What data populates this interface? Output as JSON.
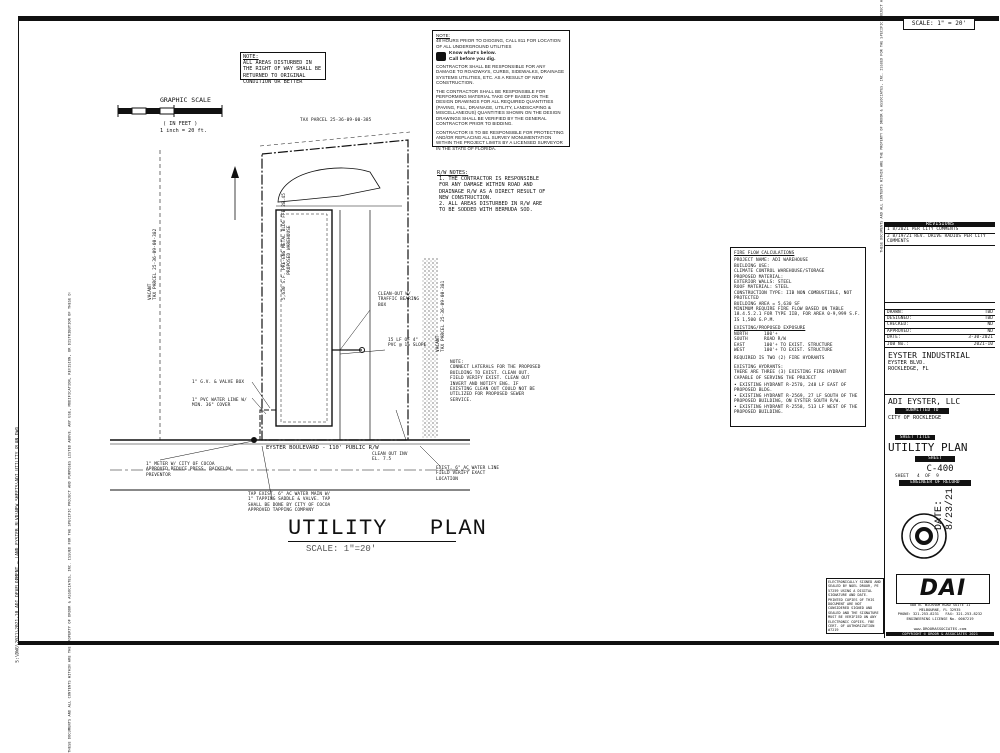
{
  "scale_stamp": "SCALE:  1\" = 20'",
  "side_left": "S:\\DWG\\2021\\2021-10 ADI DEVELOPMENT – LAND EYSTER BLVD\\NEW SHEETS\\ADI UTILITY PLAN.DWG",
  "side_left2": "THESE DOCUMENTS AND ALL CONTENTS WITHIN ARE THE PROPERTY OF DROOR & ASSOCIATES, INC. ISSUED FOR THE SPECIFIC PROJECT AND PURPOSES LISTED ABOVE. ANY USE, MODIFICATION, REVISION, OR DISTRIBUTION OF THESE DOCUMENTS WITHOUT THE EXPRESSED WRITTEN PERMISSION OF DROOR & ASSOCIATES, INC. IS PROHIBITED.",
  "note_ul": {
    "title": "NOTE:",
    "text": "ALL AREAS DISTURBED IN THE RIGHT OF WAY SHALL BE RETURNED TO ORIGINAL CONDITION OR BETTER"
  },
  "graphic_scale": {
    "title": "GRAPHIC SCALE",
    "unit": "( IN FEET )",
    "ratio": "1 inch = 20 ft."
  },
  "top_note": {
    "title": "NOTE:",
    "line1": "48 HOURS PRIOR TO DIGGING, CALL 811 FOR LOCATION OF ALL UNDERGROUND UTILITIES",
    "know": "Know what's below.",
    "call": "Call before you dig.",
    "p1": "CONTRACTOR SHALL BE RESPONSIBLE FOR ANY DAMAGE TO ROADWAYS, CURBS, SIDEWALKS, DRAINAGE SYSTEMS UTILITIES, ETC. AS A RESULT OF NEW CONSTRUCTION.",
    "p2": "THE CONTRACTOR SHALL BE RESPONSIBLE FOR PERFORMING MATERIAL TAKE OFF BASED ON THE DESIGN DRAWINGS FOR ALL REQUIRED QUANTITIES (PAVING, FILL, DRAINAGE, UTILITY, LANDSCAPING & MISCELLANEOUS) QUANTITIES SHOWN ON THE DESIGN DRAWINGS SHALL BE VERIFIED BY THE GENERAL CONTRACTOR PRIOR TO BIDDING.",
    "p3": "CONTRACTOR IS TO BE RESPONSIBLE FOR PROTECTING AND/OR REPLACING ALL SURVEY MONUMENTATION WITHIN THE PROJECT LIMITS BY A LICENSED SURVEYOR IN THE STATE OF FLORIDA."
  },
  "tax_parcel_top": "TAX PARCEL 25-36-09-00-385",
  "tax_parcel_left": "VACANT\nTAX PARCEL 25-36-09-00-382",
  "tax_parcel_right": "VACANT\nTAX PARCEL 25-36-09-00-381",
  "rw_notes": {
    "title": "R/W NOTES:",
    "n1": "1. THE CONTRACTOR IS RESPONSIBLE FOR ANY DAMAGE WITHIN ROAD AND DRAINAGE R/W AS A DIRECT RESULT OF NEW CONSTRUCTION.",
    "n2": "2. ALL AREAS DISTURBED IN R/W ARE TO BE SODDED WITH BERMUDA SOD."
  },
  "callouts": {
    "cleanout_traffic": "CLEAN-OUT W/ TRAFFIC BEARING BOX",
    "pvc": "15 LF OF 4\" PVC @ 1% SLOPE",
    "gv": "1\" G.V. & VALVE BOX",
    "pvc_water": "1\" PVC WATER LINE W/ MIN. 36\" COVER",
    "meter": "1\" METER W/ CITY OF COCOA APPROVED REDUCE PRESS. BACKFLOW PREVENTOR",
    "tap": "TAP EXIST. 6\" AC WATER MAIN W/ 1\" TAPPING SADDLE & VALVE. TAP SHALL BE DONE BY CITY OF COCOA APPROVED TAPPING COMPANY",
    "cleanout_exist": "CLEAN OUT INV EL. 7.5",
    "exist_ac": "EXIST. 6\" AC WATER LINE FIELD VERIFY EXACT LOCATION",
    "road": "EYSTER BOULEVARD - 110' PUBLIC R/W",
    "building": "5,630 S.F. PRE-ENG METAL BLDG FFE 28.45\nPROPOSED WAREHOUSE",
    "note_cleanout": "NOTE:\nCONNECT LATERALS FOR THE PROPOSED BUILDING TO EXIST. CLEAN OUT. FIELD VERIFY EXIST. CLEAN OUT INVERT AND NOTIFY ENG. IF EXISTING CLEAN OUT COULD NOT BE UTILIZED FOR PROPOSED SEWER SERVICE."
  },
  "fire_flow": {
    "title": "FIRE FLOW CALCULATIONS",
    "lines": [
      "PROJECT NAME: ADI WAREHOUSE",
      "BUILDING USE:",
      "CLIMATE CONTROL WAREHOUSE/STORAGE",
      "PROPOSED MATERIAL:",
      "EXTERIOR WALLS: STEEL",
      "ROOF MATERIAL: STEEL",
      "CONSTRUCTION TYPE: IIB NON COMBUSTIBLE, NOT PROTECTED",
      "BUILDING AREA = 5,630 SF",
      "MINIMUM REQUIRE FIRE FLOW BASED ON TABLE 18.4.5.2.1 FOR TYPE IIB, FOR AREA 0-9,999 S.F. IS 1,500 G.P.M."
    ],
    "exposure_title": "EXISTING/PROPOSED EXPOSURE",
    "exposure": [
      [
        "NORTH",
        "100'+"
      ],
      [
        "SOUTH",
        "ROAD R/W"
      ],
      [
        "EAST",
        "100'+ TO EXIST. STRUCTURE"
      ],
      [
        "WEST",
        "100'+ TO EXIST. STRUCTURE"
      ]
    ],
    "required": "REQUIRED IS TWO (2) FIRE HYDRANTS",
    "existing_title": "EXISTING HYDRANTS:",
    "existing_text": "THERE ARE THREE (3) EXISTING FIRE HYDRANT CAPABLE OF SERVING THE PROJECT",
    "hydrants": [
      "EXISTING HYDRANT R-2570, 248 LF EAST OF PROPOSED BLDG.",
      "EXISTING HYDRANT R-2569, 27 LF SOUTH OF THE PROPOSED BUILDING, ON EYSTER SOUTH R/W.",
      "EXISTING HYDRANT R-2558, 513 LF WEST OF THE PROPOSED BUILDING."
    ]
  },
  "plan_title": "UTILITY   PLAN",
  "plan_scale": "SCALE: 1\"=20'",
  "title_block": {
    "revisions_title": "REVISIONS",
    "revisions": [
      "1  8/2021   PER CITY COMMENTS",
      "2  8/19/21  REV. DRIVE RADIUS PER CITY COMMENTS"
    ],
    "info": [
      [
        "DRAWN:",
        "TBD"
      ],
      [
        "DESIGNED:",
        "TBD"
      ],
      [
        "CHECKED:",
        "ND"
      ],
      [
        "APPROVED:",
        "ND"
      ],
      [
        "DATE:",
        "3-30-2021"
      ],
      [
        "JOB No.:",
        "2021-10"
      ]
    ],
    "project": "EYSTER INDUSTRIAL",
    "address1": "EYSTER BLVD.",
    "address2": "ROCKLEDGE, FL",
    "client": "ADI EYSTER, LLC",
    "submitted_label": "SUBMITTED TO",
    "submitted_to": "CITY OF ROCKLEDGE",
    "sheet_title_label": "SHEET TITLE",
    "sheet_title": "UTILITY PLAN",
    "sheet_label": "SHEET",
    "sheet_no": "C-400",
    "sheet_of": "SHEET   4  OF  9",
    "eor_label": "ENGINEER OF RECORD",
    "date_stamp": "DATE:\n8/23/21",
    "seal_text": "ELECTRONICALLY SIGNED AND SEALED BY NOEL DROOR, PE 57259 USING A DIGITAL SIGNATURE AND DATE. PRINTED COPIES OF THIS DOCUMENT ARE NOT CONSIDERED SIGNED AND SEALED AND THE SIGNATURE MUST BE VERIFIED ON ANY ELECTRONIC COPIES. FBE CERT. OF AUTHORIZATION #7219",
    "firm_logo": "DAI",
    "firm_address": "580 N. WICKHAM ROAD SUITE 11\nMELBOURNE, FL 32935\nPHONE: 321-253-8231   FAX: 321-253-8232\nENGINEERING LICENSE No. 0007219",
    "firm_web": "www.DROORASSOCIATES.com",
    "copyright": "COPYRIGHT © DROOR & ASSOCIATES 2021"
  }
}
